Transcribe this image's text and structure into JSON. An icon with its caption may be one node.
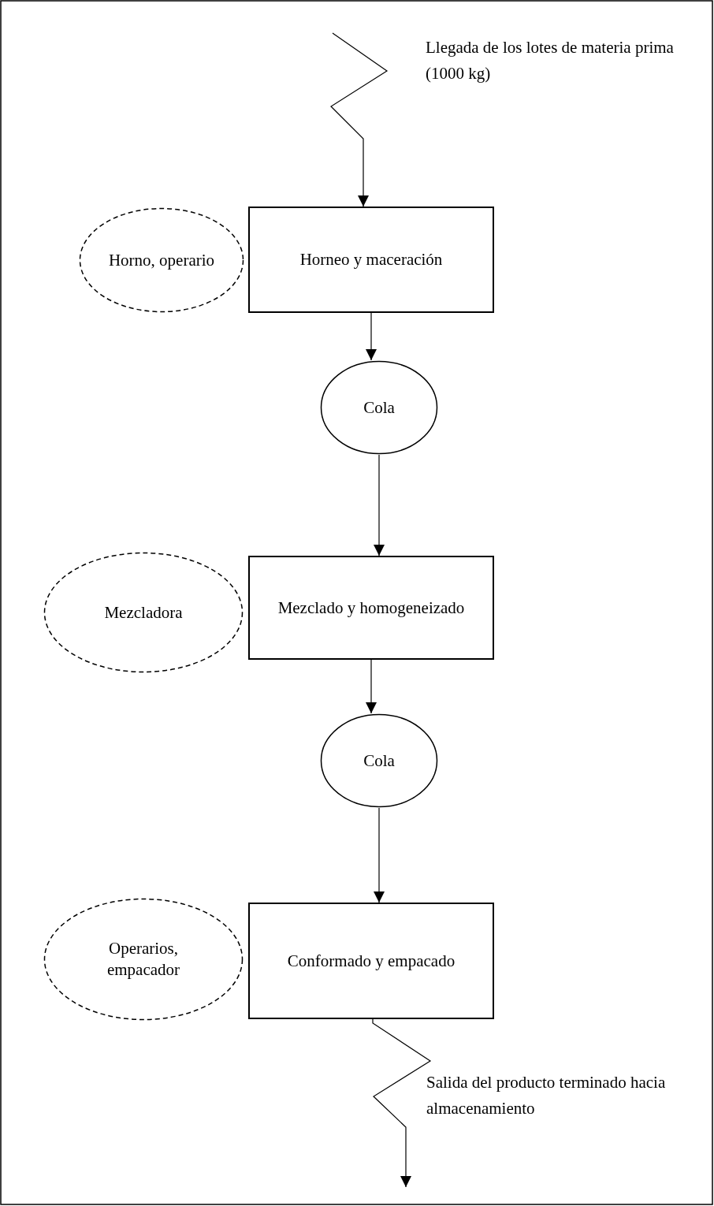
{
  "diagram": {
    "nodes": [
      {
        "text": [
          "Horno, operario"
        ]
      },
      {
        "text": [
          "Horneo y maceración"
        ]
      },
      {
        "text": [
          "Cola"
        ]
      },
      {
        "text": [
          "Mezcladora"
        ]
      },
      {
        "text": [
          "Mezclado y homogeneizado"
        ]
      },
      {
        "text": [
          "Cola"
        ]
      },
      {
        "text": [
          "Operarios, empacador"
        ]
      },
      {
        "text": [
          "Conformado y empacado"
        ]
      }
    ],
    "edges": [
      {
        "from": null,
        "to": 1,
        "arrow": "to",
        "label": "Llegada de los lotes de materia prima (1000 kg)"
      },
      {
        "from": 1,
        "to": 2,
        "arrow": "to"
      },
      {
        "from": 2,
        "to": 4,
        "arrow": "to"
      },
      {
        "from": 4,
        "to": 5,
        "arrow": "to"
      },
      {
        "from": 5,
        "to": 7,
        "arrow": "to"
      },
      {
        "from": 7,
        "to": null,
        "arrow": "to",
        "label": "Salida del producto terminado hacia almacenamiento"
      }
    ]
  }
}
